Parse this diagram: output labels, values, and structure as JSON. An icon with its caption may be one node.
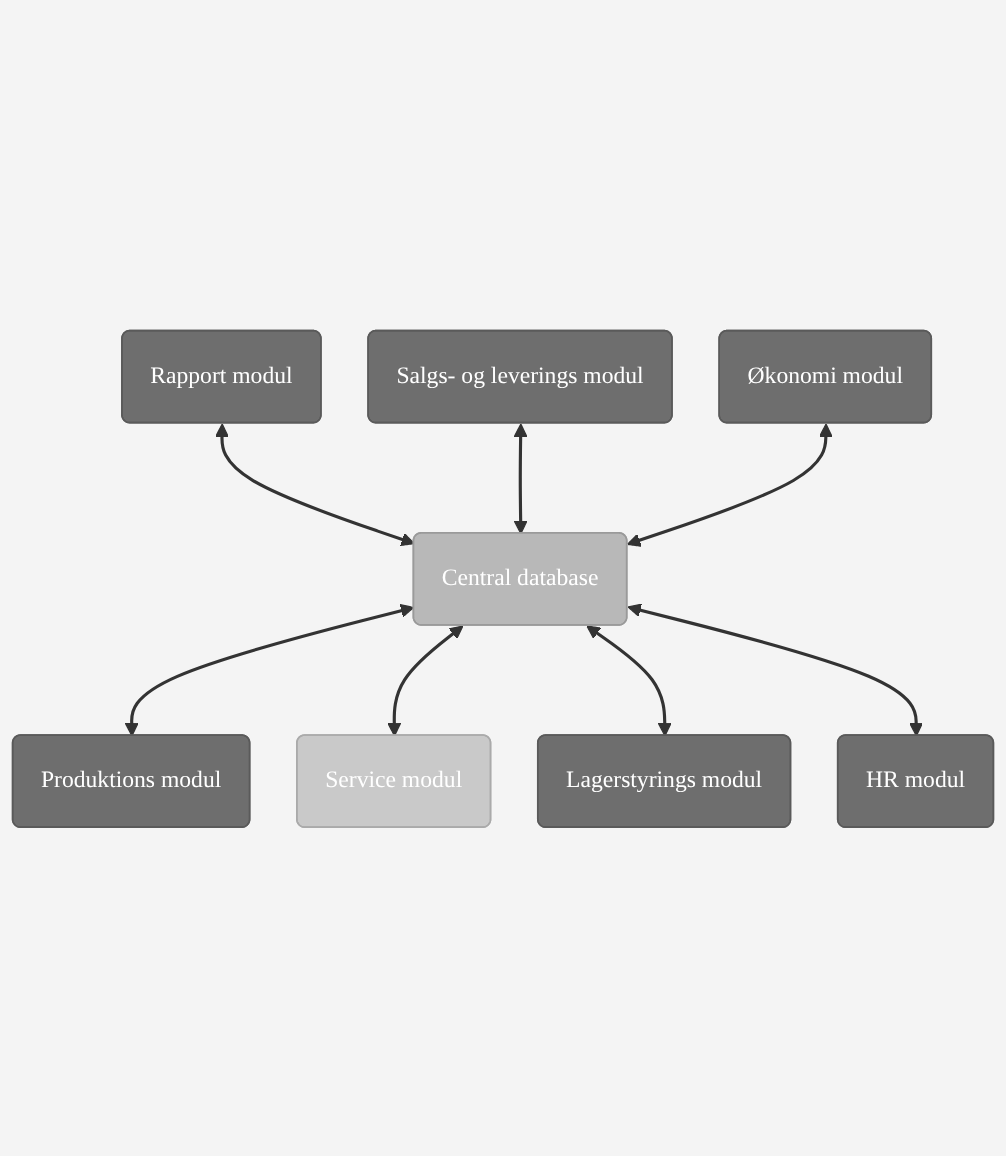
{
  "diagram": {
    "nodes": [
      {
        "text": [
          "Rapport modul"
        ]
      },
      {
        "text": [
          "Salgs- og leverings modul"
        ]
      },
      {
        "text": [
          "Økonomi modul"
        ]
      },
      {
        "text": [
          "Central database"
        ]
      },
      {
        "text": [
          "Produktions modul"
        ]
      },
      {
        "text": [
          "Service modul"
        ]
      },
      {
        "text": [
          "Lagerstyrings modul"
        ]
      },
      {
        "text": [
          "HR modul"
        ]
      }
    ],
    "edges": [
      {
        "from": 0,
        "to": 3,
        "arrow": "both"
      },
      {
        "from": 1,
        "to": 3,
        "arrow": "both"
      },
      {
        "from": 2,
        "to": 3,
        "arrow": "both"
      },
      {
        "from": 3,
        "to": 4,
        "arrow": "both"
      },
      {
        "from": 3,
        "to": 5,
        "arrow": "both"
      },
      {
        "from": 3,
        "to": 6,
        "arrow": "both"
      },
      {
        "from": 3,
        "to": 7,
        "arrow": "both"
      }
    ]
  }
}
